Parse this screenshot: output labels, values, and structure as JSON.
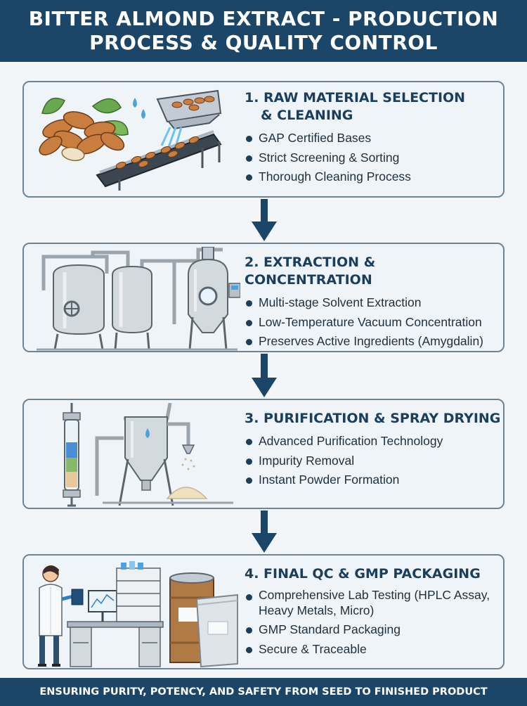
{
  "header": {
    "line1": "BITTER ALMOND EXTRACT - PRODUCTION",
    "line2": "PROCESS & QUALITY CONTROL"
  },
  "steps": [
    {
      "title_line1": "1. RAW MATERIAL SELECTION",
      "title_line2": "& CLEANING",
      "bullets": [
        "GAP Certified Bases",
        "Strict Screening & Sorting",
        "Thorough Cleaning Process"
      ],
      "icon": "almond-conveyor-illustration"
    },
    {
      "title_line1": "2. EXTRACTION & CONCENTRATION",
      "bullets": [
        "Multi-stage Solvent Extraction",
        "Low-Temperature Vacuum Concentration",
        "Preserves Active Ingredients (Amygdalin)"
      ],
      "icon": "extraction-tanks-illustration"
    },
    {
      "title_line1": "3. PURIFICATION & SPRAY DRYING",
      "bullets": [
        "Advanced Purification Technology",
        "Impurity Removal",
        "Instant Powder Formation"
      ],
      "icon": "spray-dryer-illustration"
    },
    {
      "title_line1": "4. FINAL QC & GMP PACKAGING",
      "bullets": [
        "Comprehensive Lab Testing (HPLC Assay, Heavy Metals, Micro)",
        "GMP Standard Packaging",
        "Secure & Traceable"
      ],
      "icon": "lab-and-packaging-illustration"
    }
  ],
  "footer": {
    "text": "ENSURING PURITY, POTENCY, AND SAFETY FROM SEED TO FINISHED PRODUCT"
  },
  "colors": {
    "navy": "#1b4668",
    "title": "#1b3e5d",
    "panel": "#eef4f8",
    "border": "#6c8498"
  }
}
